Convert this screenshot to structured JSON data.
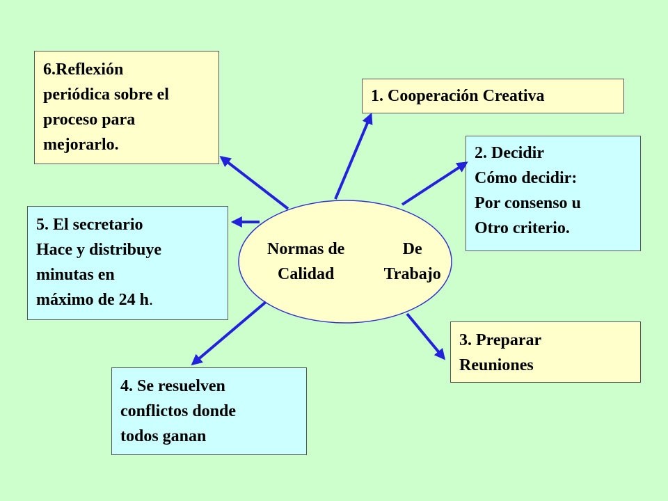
{
  "colors": {
    "background": "#ccffcc",
    "box_yellow": "#ffffcc",
    "box_cyan": "#ccffff",
    "ellipse_fill": "#ffffcc",
    "ellipse_stroke": "#3333cc",
    "arrow": "#2222dd"
  },
  "center": {
    "line1": "Normas de Calidad",
    "line2": "De Trabajo"
  },
  "boxes": {
    "b1": {
      "text": "1. Cooperación Creativa"
    },
    "b2": {
      "text": "2. Decidir\nCómo decidir:\nPor consenso u\nOtro criterio."
    },
    "b3": {
      "text": "3. Preparar\nReuniones"
    },
    "b4": {
      "text": "4. Se resuelven\nconflictos donde\ntodos ganan"
    },
    "b5": {
      "text": "5. El secretario\nHace y distribuye\nminutas en\n máximo de 24 h",
      "trailing": "."
    },
    "b6": {
      "text": "6.Reflexión\nperiódica sobre el\nproceso para\nmejorarlo."
    }
  }
}
